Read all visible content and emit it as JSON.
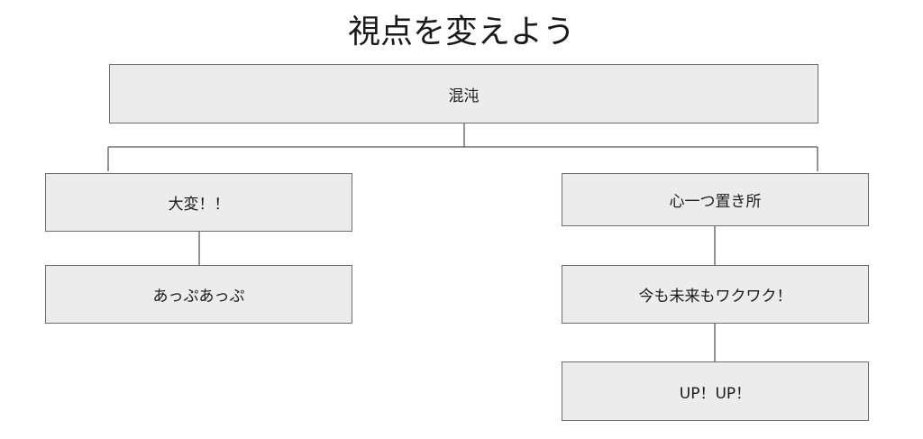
{
  "title": "視点を変えよう",
  "nodes": {
    "root": "混沌",
    "left_1": "大変！！",
    "left_2": "あっぷあっぷ",
    "right_1": "心一つ置き所",
    "right_2": "今も未来もワクワク！",
    "right_3": "UP！UP！"
  }
}
